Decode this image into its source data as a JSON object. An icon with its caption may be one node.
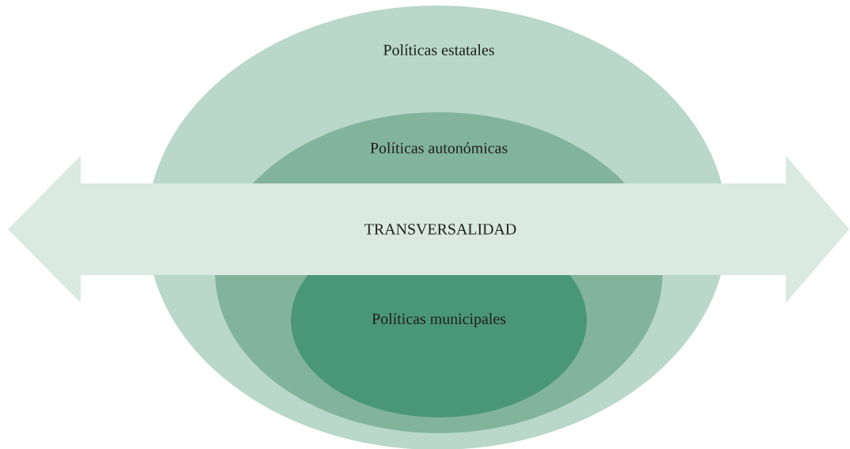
{
  "diagram": {
    "nodes": [
      {
        "text": [
          "Políticas estatales"
        ]
      },
      {
        "text": [
          "Políticas autonómicas"
        ],
        "in": 0
      },
      {
        "text": [
          "TRANSVERSALIDAD"
        ]
      },
      {
        "text": [
          "Políticas municipales"
        ],
        "in": 1
      }
    ]
  }
}
